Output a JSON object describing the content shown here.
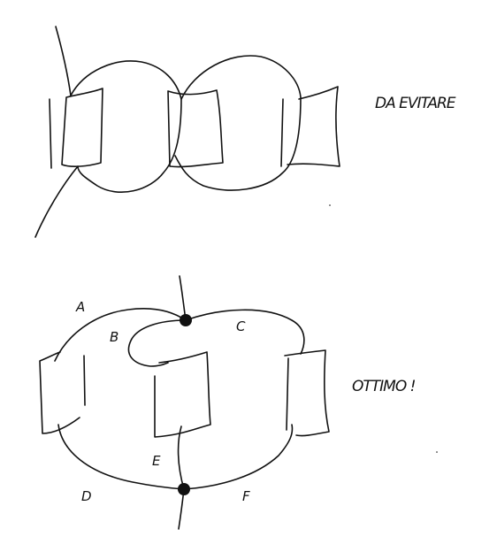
{
  "annotations": {
    "avoid": "DA EVITARE",
    "optimal": "OTTIMO !"
  },
  "wire_labels": {
    "a": "A",
    "b": "B",
    "c": "C",
    "d": "D",
    "e": "E",
    "f": "F"
  }
}
